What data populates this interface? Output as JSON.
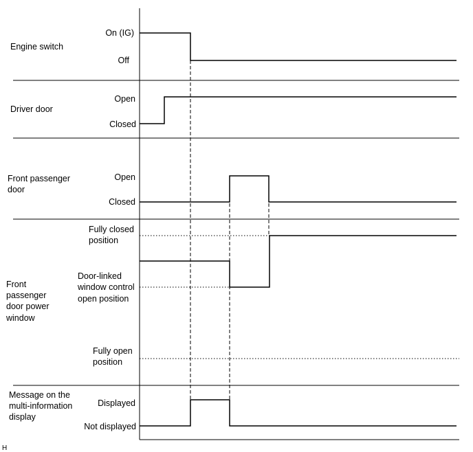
{
  "signals": [
    {
      "name_lines": [
        "Engine switch"
      ],
      "states": [
        "On (IG)",
        "Off"
      ]
    },
    {
      "name_lines": [
        "Driver door"
      ],
      "states": [
        "Open",
        "Closed"
      ]
    },
    {
      "name_lines": [
        "Front passenger",
        "door"
      ],
      "states": [
        "Open",
        "Closed"
      ]
    },
    {
      "name_lines": [
        "Front",
        "passenger",
        "door power",
        "window"
      ],
      "states": [
        [
          "Fully closed",
          "position"
        ],
        [
          "Door-linked",
          "window control",
          "open position"
        ],
        [
          "Fully open",
          "position"
        ]
      ]
    },
    {
      "name_lines": [
        "Message on the",
        "multi-information",
        "display"
      ],
      "states": [
        "Displayed",
        "Not displayed"
      ]
    }
  ],
  "footer_code": "H"
}
